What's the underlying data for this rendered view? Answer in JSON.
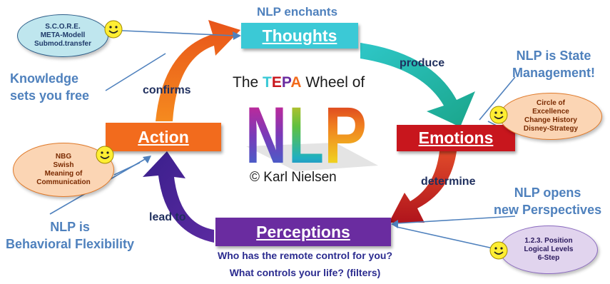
{
  "stages": {
    "thoughts": "Thoughts",
    "emotions": "Emotions",
    "perceptions": "Perceptions",
    "action": "Action"
  },
  "verbs": {
    "produce": "produce",
    "determine": "determine",
    "lead_to": "lead to",
    "confirms": "confirms"
  },
  "center": {
    "title_prefix": "The ",
    "title_letters": [
      "T",
      "E",
      "P",
      "A"
    ],
    "title_suffix": " Wheel of",
    "logo": "NLP",
    "copyright": "© Karl Nielsen"
  },
  "notes": {
    "enchants": "NLP enchants",
    "state": [
      "NLP is State",
      "Management!"
    ],
    "perspectives": [
      "NLP opens",
      "new Perspectives"
    ],
    "flexibility": [
      "NLP is",
      "Behavioral Flexibility"
    ],
    "knowledge": [
      "Knowledge",
      "sets you free"
    ]
  },
  "bubbles": {
    "score": [
      "S.C.O.R.E.",
      "META-Modell",
      "Submod.transfer"
    ],
    "circle": [
      "Circle of",
      "Excellence",
      "Change History",
      "Disney-Strategy"
    ],
    "position": [
      "1.2.3. Position",
      "Logical Levels",
      "6-Step"
    ],
    "nbg": [
      "NBG",
      "Swish",
      "Meaning of",
      "Communication"
    ]
  },
  "remote": {
    "line1": "Who has the remote control for you?",
    "line2": "What controls your life? (filters)"
  },
  "colors": {
    "thoughts": "#3bc9d6",
    "emotions": "#c8161d",
    "perceptions": "#6a2ca0",
    "action": "#f26b1d",
    "note": "#4f81bd"
  }
}
